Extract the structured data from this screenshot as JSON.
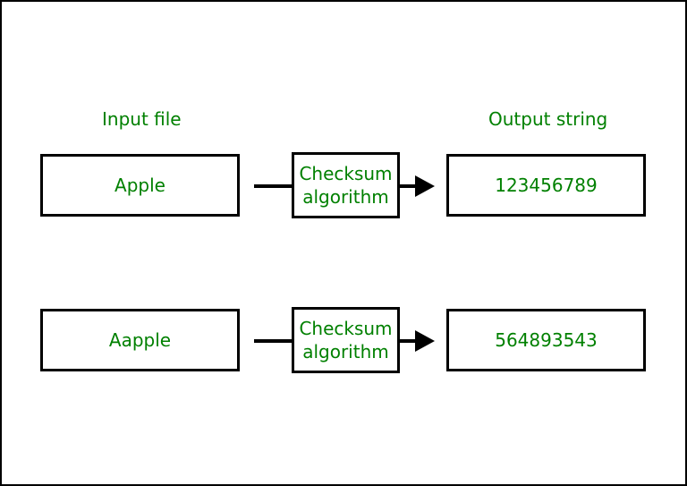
{
  "headers": {
    "input": "Input file",
    "output": "Output string"
  },
  "rows": [
    {
      "input": "Apple",
      "algorithm_line1": "Checksum",
      "algorithm_line2": "algorithm",
      "output": "123456789"
    },
    {
      "input": "Aapple",
      "algorithm_line1": "Checksum",
      "algorithm_line2": "algorithm",
      "output": "564893543"
    }
  ],
  "colors": {
    "text": "#008000",
    "stroke": "#000000",
    "background": "#ffffff"
  }
}
